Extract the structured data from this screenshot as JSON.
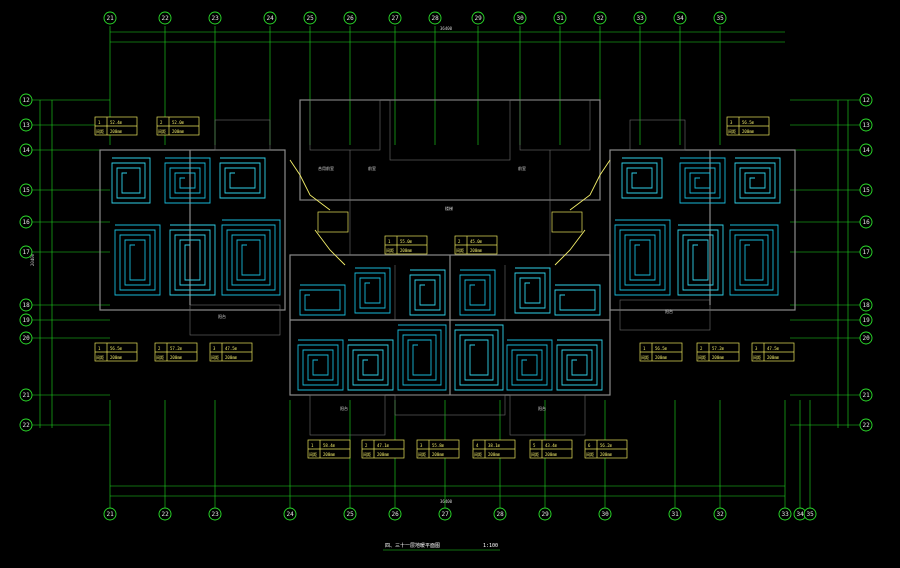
{
  "drawing": {
    "title": "四、三十一层地暖平面图",
    "scale": "1:100"
  },
  "axes_top": [
    "21",
    "22",
    "23",
    "24",
    "25",
    "26",
    "27",
    "28",
    "29",
    "30",
    "31",
    "32",
    "33",
    "34",
    "35"
  ],
  "axes_bottom": [
    "21",
    "22",
    "23",
    "24",
    "25",
    "26",
    "27",
    "28",
    "29",
    "30",
    "31",
    "32",
    "33",
    "34",
    "35"
  ],
  "axes_left": [
    "12",
    "13",
    "14",
    "15",
    "16",
    "17",
    "18",
    "19",
    "20",
    "21",
    "22"
  ],
  "axes_right": [
    "12",
    "13",
    "14",
    "15",
    "16",
    "17",
    "18",
    "19",
    "20",
    "21",
    "22"
  ],
  "overall_dim": "36400",
  "overall_dim_left": "20400",
  "rooms": [
    "阳台",
    "阳台",
    "阳台",
    "阳台",
    "前室",
    "前室",
    "合用前室",
    "楼梯"
  ],
  "loop_boxes": [
    {
      "a": "1",
      "b": "52.4m",
      "c": "间距",
      "d": "200mm"
    },
    {
      "a": "2",
      "b": "52.0m",
      "c": "间距",
      "d": "200mm"
    },
    {
      "a": "3",
      "b": "56.5m",
      "c": "间距",
      "d": "200mm"
    },
    {
      "a": "1",
      "b": "56.5m",
      "c": "间距",
      "d": "200mm"
    },
    {
      "a": "2",
      "b": "57.2m",
      "c": "间距",
      "d": "200mm"
    },
    {
      "a": "3",
      "b": "47.5m",
      "c": "间距",
      "d": "200mm"
    },
    {
      "a": "1",
      "b": "56.5m",
      "c": "间距",
      "d": "200mm"
    },
    {
      "a": "2",
      "b": "57.2m",
      "c": "间距",
      "d": "200mm"
    },
    {
      "a": "3",
      "b": "47.5m",
      "c": "间距",
      "d": "200mm"
    },
    {
      "a": "1",
      "b": "58.4m",
      "c": "间距",
      "d": "200mm"
    },
    {
      "a": "2",
      "b": "47.1m",
      "c": "间距",
      "d": "200mm"
    },
    {
      "a": "3",
      "b": "55.8m",
      "c": "间距",
      "d": "200mm"
    },
    {
      "a": "4",
      "b": "38.1m",
      "c": "间距",
      "d": "200mm"
    },
    {
      "a": "5",
      "b": "43.4m",
      "c": "间距",
      "d": "200mm"
    },
    {
      "a": "6",
      "b": "56.2m",
      "c": "间距",
      "d": "200mm"
    },
    {
      "a": "1",
      "b": "55.0m",
      "c": "间距",
      "d": "200mm"
    },
    {
      "a": "2",
      "b": "45.0m",
      "c": "间距",
      "d": "200mm"
    }
  ],
  "colors": {
    "grid": "#1fdc1f",
    "wall": "#8a8a8a",
    "coil": "#2fd0e8",
    "tag": "#f0ea6a"
  }
}
